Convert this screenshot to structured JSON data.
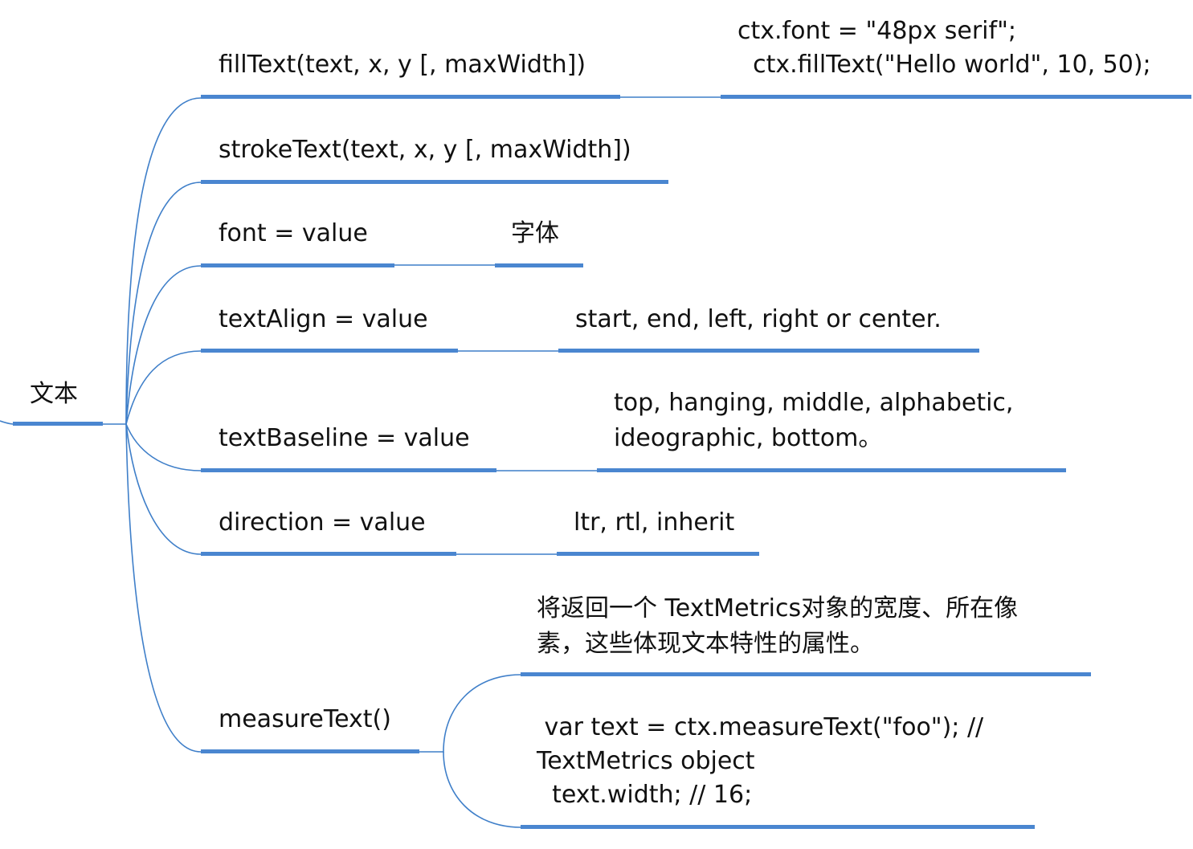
{
  "root": {
    "label": "文本"
  },
  "branches": [
    {
      "label": "fillText(text, x, y [, maxWidth])",
      "children": [
        {
          "lines": [
            "ctx.font = \"48px serif\";",
            "  ctx.fillText(\"Hello world\", 10, 50);"
          ]
        }
      ]
    },
    {
      "label": "strokeText(text, x, y [, maxWidth])",
      "children": []
    },
    {
      "label": "font = value",
      "children": [
        {
          "lines": [
            "字体"
          ]
        }
      ]
    },
    {
      "label": "textAlign = value",
      "children": [
        {
          "lines": [
            "start, end, left, right or center."
          ]
        }
      ]
    },
    {
      "label": "textBaseline = value",
      "children": [
        {
          "lines": [
            "top, hanging, middle, alphabetic,",
            "ideographic, bottom。"
          ]
        }
      ]
    },
    {
      "label": "direction = value",
      "children": [
        {
          "lines": [
            "ltr, rtl, inherit"
          ]
        }
      ]
    },
    {
      "label": "measureText()",
      "children": [
        {
          "lines": [
            "将返回一个 TextMetrics对象的宽度、所在像",
            "素，这些体现文本特性的属性。"
          ]
        },
        {
          "lines": [
            " var text = ctx.measureText(\"foo\"); //",
            "TextMetrics object",
            "  text.width; // 16;"
          ]
        }
      ]
    }
  ],
  "colors": {
    "line": "#4a86d0",
    "connector": "#3f7fc9",
    "text": "#111111"
  }
}
